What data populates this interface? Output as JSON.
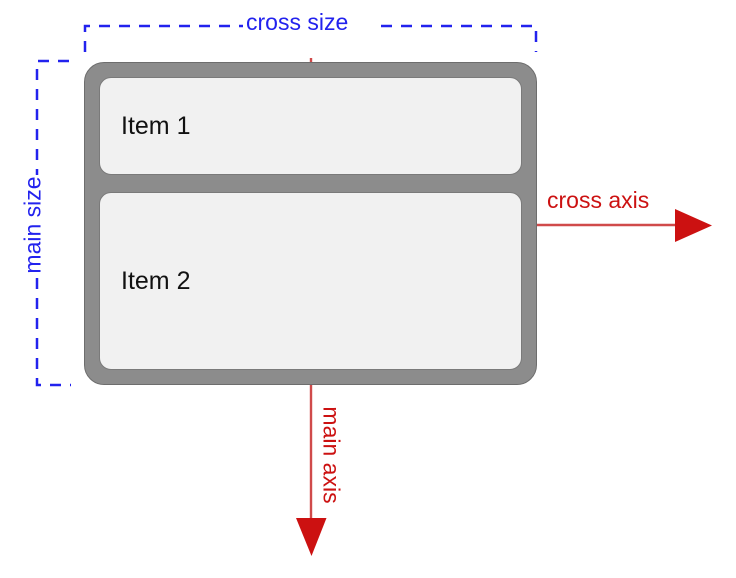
{
  "diagram": {
    "title": "Flexbox column axes diagram",
    "colors": {
      "annotation_blue": "#2222ee",
      "axis_red": "#cc1111",
      "line_red": "#d04a4a",
      "container_gray": "#8c8c8c",
      "item_gray": "#f1f1f1"
    }
  },
  "annotations": {
    "cross_size_label": "cross size",
    "main_size_label": "main size",
    "cross_axis_label": "cross axis",
    "main_axis_label": "main axis"
  },
  "container": {
    "items": [
      {
        "label": "Item 1"
      },
      {
        "label": "Item 2"
      }
    ]
  }
}
